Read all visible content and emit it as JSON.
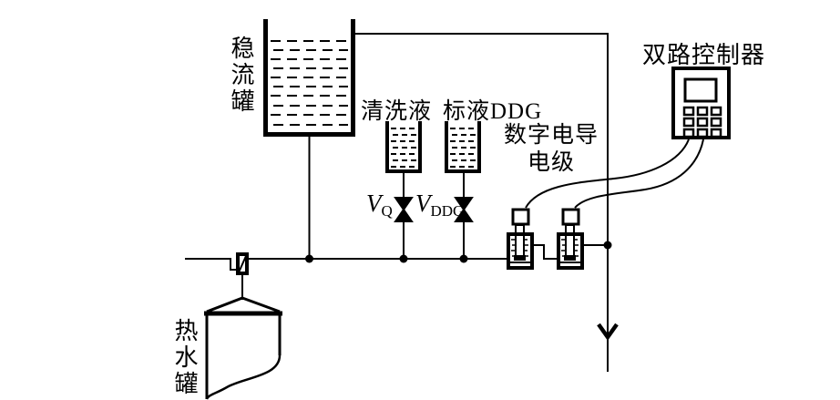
{
  "labels": {
    "steady_flow_tank": "稳流罐",
    "cleaning_liquid": "清洗液",
    "standard_liquid_ddg": "标液DDG",
    "digital_conductivity_line1": "数字电导",
    "digital_conductivity_line2": "电级",
    "dual_channel_controller": "双路控制器",
    "hot_water_tank": "热水罐",
    "valve_q": {
      "symbol": "V",
      "subscript": "Q"
    },
    "valve_ddg": {
      "symbol": "V",
      "subscript": "DDG"
    }
  },
  "colors": {
    "line": "#000000",
    "background": "#ffffff"
  }
}
